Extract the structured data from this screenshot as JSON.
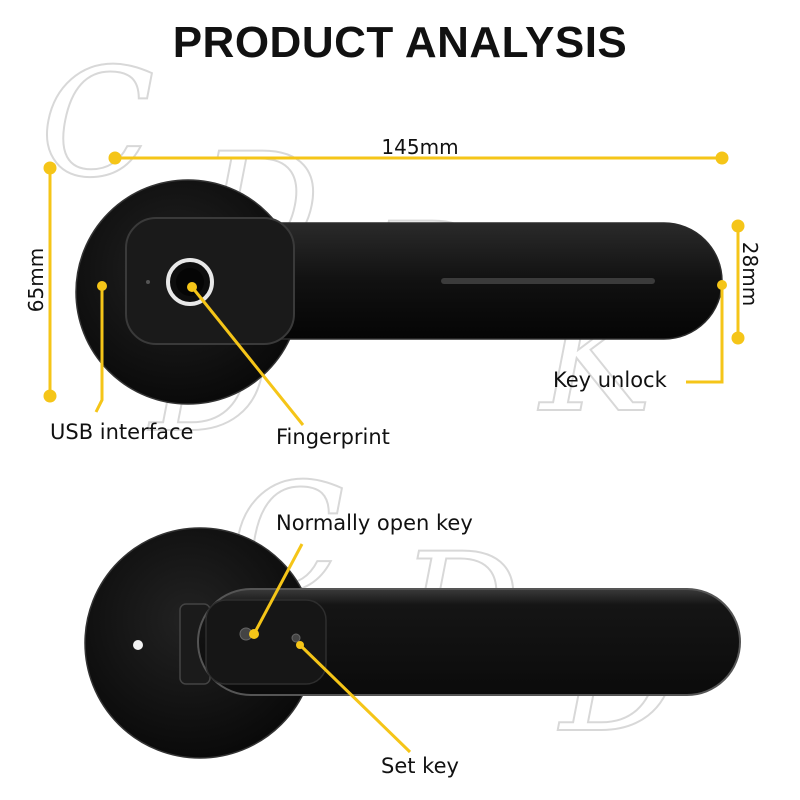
{
  "title": "PRODUCT ANALYSIS",
  "watermark_text": "CDDK",
  "dimensions": {
    "width": "145mm",
    "height": "65mm",
    "grip": "28mm"
  },
  "callouts": {
    "usb_interface": "USB interface",
    "fingerprint": "Fingerprint",
    "key_unlock": "Key unlock",
    "normally_open_key": "Normally open key",
    "set_key": "Set key"
  },
  "colors": {
    "accent": "#F5C518",
    "product": "#151515",
    "text": "#111111"
  }
}
